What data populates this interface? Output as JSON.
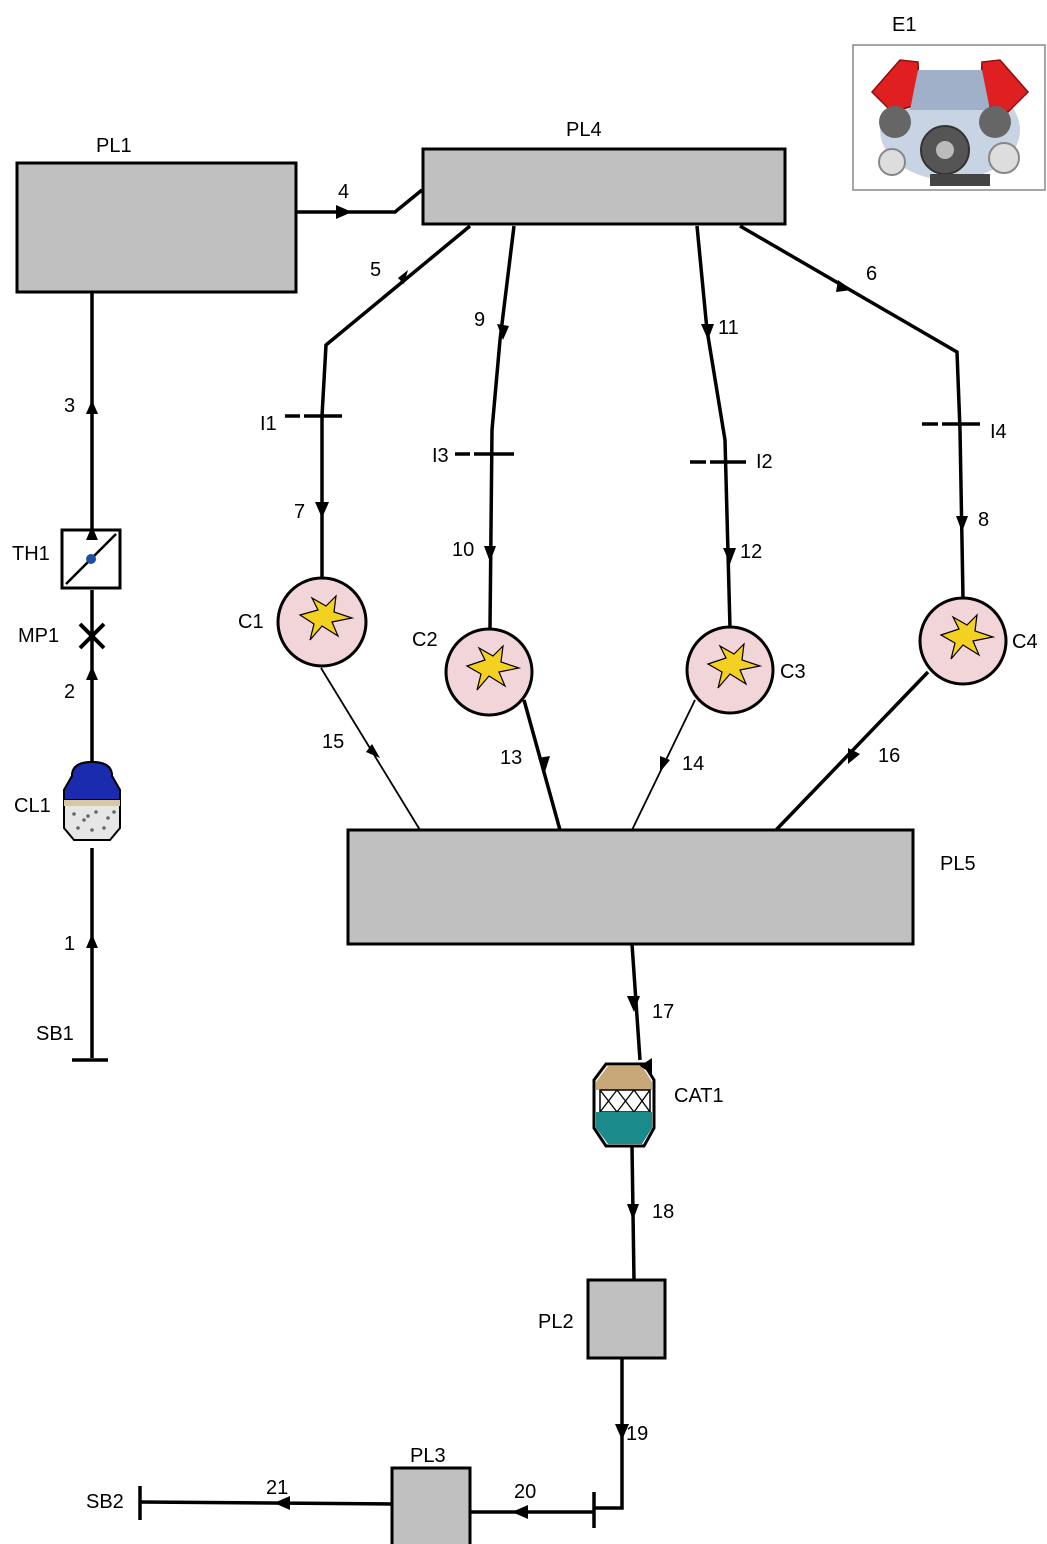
{
  "labels": {
    "E1": "E1",
    "PL1": "PL1",
    "PL4": "PL4",
    "PL5": "PL5",
    "PL2": "PL2",
    "PL3": "PL3",
    "TH1": "TH1",
    "MP1": "MP1",
    "CL1": "CL1",
    "SB1": "SB1",
    "SB2": "SB2",
    "CAT1": "CAT1",
    "C1": "C1",
    "C2": "C2",
    "C3": "C3",
    "C4": "C4",
    "I1": "I1",
    "I2": "I2",
    "I3": "I3",
    "I4": "I4"
  },
  "pipes": {
    "p1": "1",
    "p2": "2",
    "p3": "3",
    "p4": "4",
    "p5": "5",
    "p6": "6",
    "p7": "7",
    "p8": "8",
    "p9": "9",
    "p10": "10",
    "p11": "11",
    "p12": "12",
    "p13": "13",
    "p14": "14",
    "p15": "15",
    "p16": "16",
    "p17": "17",
    "p18": "18",
    "p19": "19",
    "p20": "20",
    "p21": "21"
  },
  "colors": {
    "plenum": "#c0c0c0",
    "cylinder": "#f2d5d8",
    "filter_top": "#1a2bb0",
    "cat_top": "#c8a878",
    "cat_bottom": "#1a8a8a",
    "engine_red": "#e02020",
    "engine_grey": "#8a8a8a"
  },
  "icons": {
    "engine": "engine-icon",
    "throttle": "throttle-icon",
    "air_cleaner": "air-cleaner-icon",
    "catalyst": "catalyst-icon",
    "combustion": "spark-icon"
  }
}
